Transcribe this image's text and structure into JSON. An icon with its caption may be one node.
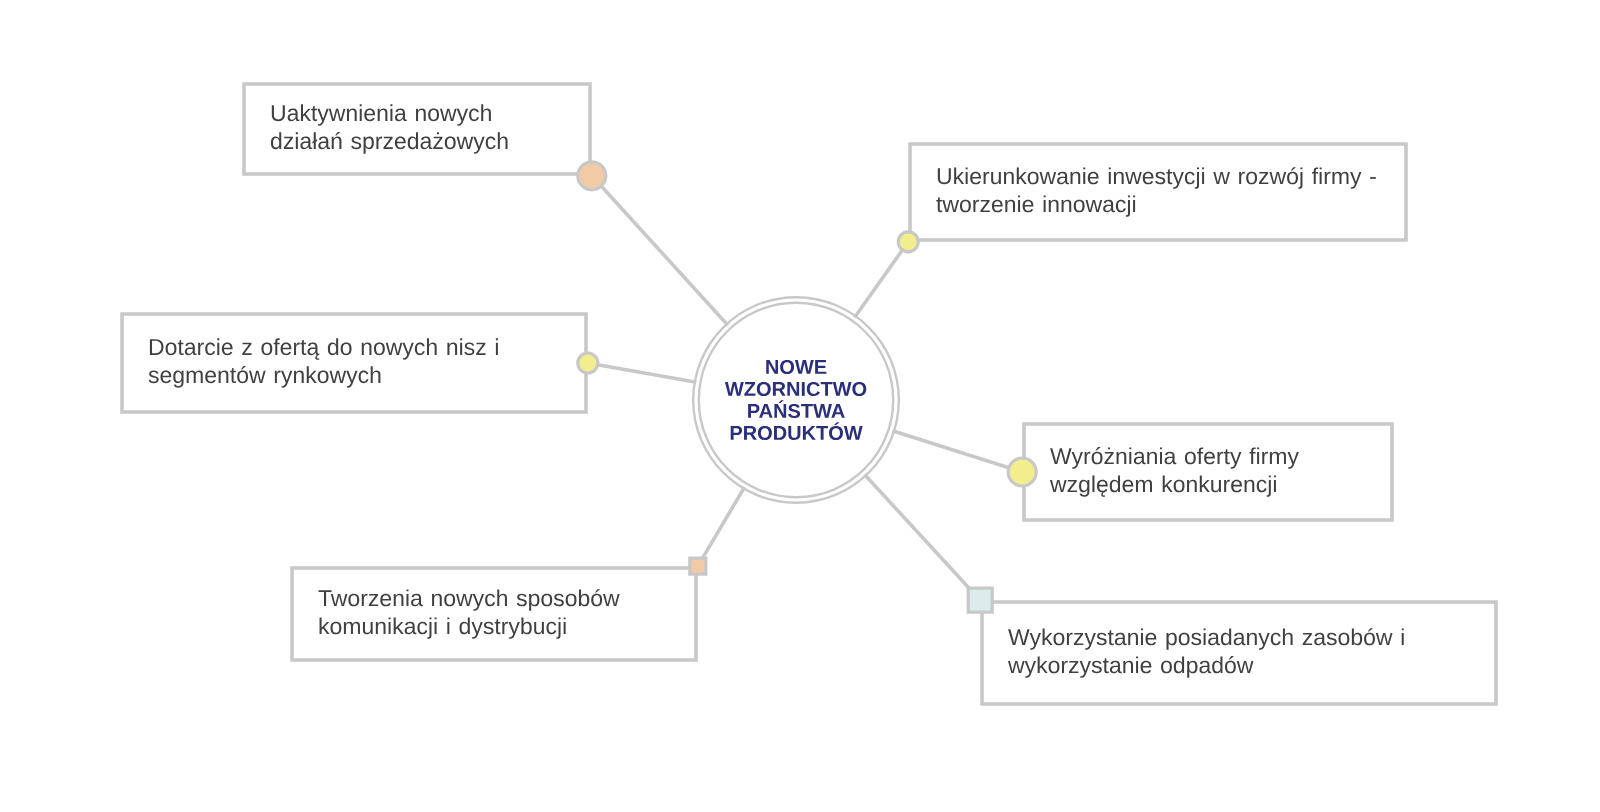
{
  "diagram": {
    "nodes": [
      {
        "text": [
          "NOWE WZORNICTWO PAŃSTWA PRODUKTÓW"
        ]
      },
      {
        "text": [
          "Uaktywnienia nowych działań sprzedażowych"
        ]
      },
      {
        "text": [
          "Ukierunkowanie inwestycji w rozwój firmy - tworzenie innowacji"
        ]
      },
      {
        "text": [
          "Dotarcie z ofertą do nowych nisz i segmentów rynkowych"
        ]
      },
      {
        "text": [
          "Wyróżniania oferty firmy względem konkurencji"
        ]
      },
      {
        "text": [
          "Tworzenia nowych sposobów komunikacji i dystrybucji"
        ]
      },
      {
        "text": [
          "Wykorzystanie posiadanych zasobów i wykorzystanie odpadów"
        ]
      }
    ],
    "edges": [
      {
        "from": 0,
        "to": 1,
        "arrow": "other"
      },
      {
        "from": 0,
        "to": 2,
        "arrow": "other"
      },
      {
        "from": 0,
        "to": 3,
        "arrow": "other"
      },
      {
        "from": 0,
        "to": 4,
        "arrow": "other"
      },
      {
        "from": 0,
        "to": 5,
        "arrow": "other"
      },
      {
        "from": 0,
        "to": 6,
        "arrow": "other"
      }
    ]
  }
}
